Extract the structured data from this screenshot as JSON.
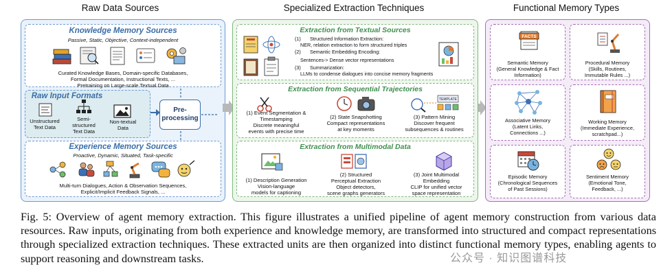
{
  "columns": {
    "raw": "Raw Data Sources",
    "extraction": "Specialized Extraction Techniques",
    "memory": "Functional Memory Types"
  },
  "knowledge": {
    "title": "Knowledge Memory Sources",
    "subtitle": "Passive, Static, Objective, Context-independent",
    "lines": [
      "Curated Knowledge Bases, Domain-specific Databases,",
      "Formal Documentation, Instructional Texts, ...",
      "Pretraining on Large-scale Textual Data"
    ]
  },
  "raw_input": {
    "title": "Raw Input Formats",
    "items": [
      {
        "l1": "Unstructured",
        "l2": "Text Data",
        "l3": ""
      },
      {
        "l1": "Semi-",
        "l2": "structured",
        "l3": "Text Data"
      },
      {
        "l1": "Non-textual",
        "l2": "Data",
        "l3": ""
      }
    ],
    "preprocessing": {
      "l1": "Pre-",
      "l2": "processing"
    }
  },
  "experience": {
    "title": "Experience Memory Sources",
    "subtitle": "Proactive, Dynamic, Situated, Task-specific",
    "lines": [
      "Multi-turn Dialogues, Action & Observation Sequences,",
      "Explicit/Implicit Feedback Signals, ..."
    ]
  },
  "textual": {
    "title": "Extraction from Textual Sources",
    "items": [
      {
        "num": "(1)",
        "head": "Structured Information Extraction:",
        "desc": "NER, relation extraction to form structured triples"
      },
      {
        "num": "(2)",
        "head": "Semantic Embedding Encoding:",
        "desc": "Sentences-> Dense vector representations"
      },
      {
        "num": "(3)",
        "head": "Summarization:",
        "desc": "LLMs to condense dialogues into concise memory fragments"
      }
    ]
  },
  "sequential": {
    "title": "Extraction from Sequential Trajectories",
    "items": [
      {
        "l1": "(1) Event Segmentation &",
        "l2": "Timestamping",
        "l3": "Discrete meaningful",
        "l4": "events with precise time"
      },
      {
        "l1": "(2) State Snapshotting",
        "l2": "Compact representations",
        "l3": "at key moments",
        "l4": ""
      },
      {
        "l1": "(3) Pattern Mining",
        "l2": "Discover frequent",
        "l3": "subsequences & routines",
        "l4": ""
      }
    ],
    "template_label": "TEMPLATE"
  },
  "multimodal": {
    "title": "Extraction from Multimodal Data",
    "items": [
      {
        "l1": "(1) Description Generation",
        "l2": "Vision-language",
        "l3": "models for captioning",
        "l4": ""
      },
      {
        "l1": "(2) Structured",
        "l2": "Perceptual Extraction",
        "l3": "Object detectors,",
        "l4": "scene graphs generators"
      },
      {
        "l1": "(3) Joint Multimodal",
        "l2": "Embedding",
        "l3": "CLIP for unified vector",
        "l4": "space representation"
      }
    ]
  },
  "memory_types": [
    {
      "name": "Semantic Memory",
      "d1": "(General Knowledge & Fact",
      "d2": "Information)",
      "d3": "",
      "icon": "facts-icon"
    },
    {
      "name": "Procedural Memory",
      "d1": "(Skills, Routines,",
      "d2": "Immutable Rules ...)",
      "d3": "",
      "icon": "robot-arm-icon"
    },
    {
      "name": "Associative Memory",
      "d1": "(Latent Links,",
      "d2": "Connections ...)",
      "d3": "",
      "icon": "network-icon"
    },
    {
      "name": "Working Memory",
      "d1": "(Immediate Experience,",
      "d2": "scratchpad...)",
      "d3": "",
      "icon": "notebook-icon"
    },
    {
      "name": "Episodic Memory",
      "d1": "(Chronological Sequences",
      "d2": "of Past Sessions)",
      "d3": "",
      "icon": "calendar-clock-icon"
    },
    {
      "name": "Sentiment Memory",
      "d1": "(Emotional Tone,",
      "d2": "Feedback, ...)",
      "d3": "",
      "icon": "faces-icon"
    }
  ],
  "facts_label": "FACTS",
  "caption": "Fig. 5: Overview of agent memory extraction. This figure illustrates a unified pipeline of agent memory construction from various data resources. Raw inputs, originating from both experience and knowledge memory, are transformed into structured and compact representations through specialized extraction techniques. These extracted units are then organized into distinct functional memory types, enabling agents to support reasoning and downstream tasks.",
  "watermark": "公众号 · 知识图谱科技",
  "colors": {
    "blue_border": "#6b9bd1",
    "blue_fill": "#eaf2fb",
    "blue_title": "#3a6ea8",
    "teal_fill": "#dcecf0",
    "green_border": "#7db87d",
    "green_fill": "#eef6ec",
    "green_title": "#3f8f4f",
    "purple_border": "#a86bb8",
    "purple_fill": "#f4ecf7"
  }
}
